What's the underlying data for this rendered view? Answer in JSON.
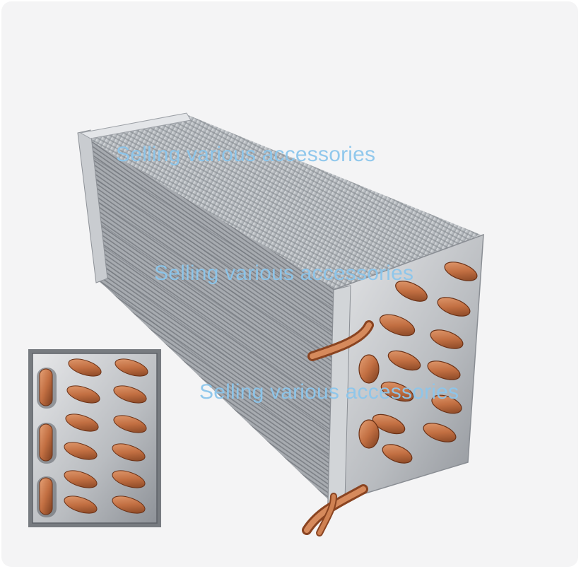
{
  "photo": {
    "subject": "copper-tube aluminum-fin heat exchanger coil",
    "inset_subject": "end plate with copper U-bend tubes"
  },
  "watermarks": [
    "Selling various accessories",
    "Selling various accessories",
    "Selling various accessories"
  ],
  "colors": {
    "background": "#f4f4f5",
    "fin_silver": "#a9adb3",
    "copper": "#c8774a",
    "watermark": "#8cc6ec"
  }
}
